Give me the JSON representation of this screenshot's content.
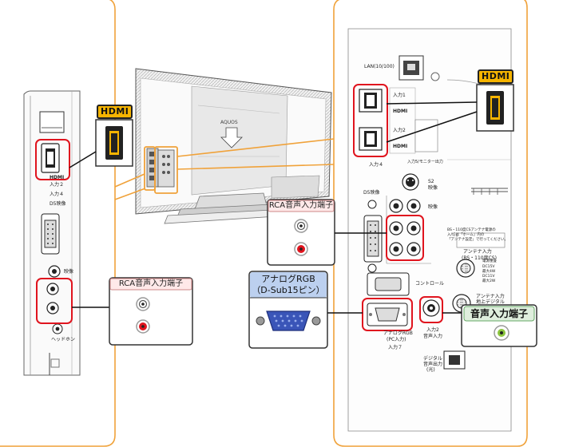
{
  "tags": {
    "hdmi": "HDMI"
  },
  "callouts": {
    "rca_left": "RCA音声入力端子",
    "rca_center": "RCA音声入力端子",
    "analog_rgb_line1": "アナログRGB",
    "analog_rgb_line2": "（D-Sub15ピン）",
    "audio_in": "音声入力端子"
  },
  "tv": {
    "brand": "AQUOS"
  },
  "left_panel": {
    "hdmi_label": "HDMI",
    "input2": "入力２",
    "input4": "入力４",
    "ds": "D5映像",
    "video": "映像",
    "headphone": "ヘッドホン"
  },
  "right_panel": {
    "lan": "LAN(10/100)",
    "input1": "入力1",
    "input2": "入力2",
    "hdmi": "HDMI",
    "input4": "入力４",
    "ds_video": "D5映像",
    "s2": "S2",
    "s2_video": "映像",
    "video": "映像",
    "input_monitor": "入力5/モニター出力",
    "control": "コントロール",
    "analog_rgb_pc": "アナログRGB",
    "pc_input": "(PC入力)",
    "input7": "入力７",
    "audio_in2": "入力2",
    "audio_in2_sub": "音声入力",
    "antenna_bs": "BS・110度CSアンテナ電源の",
    "antenna_bs2": "入/切は「ホーム」内の",
    "antenna_bs3": "「アンテナ設定」で行ってください。",
    "antenna_in": "アンテナ入力",
    "antenna_in_sub": "(BS・110度CS)",
    "power_dc15": "DC15V",
    "power_max4": "最大4W",
    "power_dc11": "DC11V",
    "power_max2": "最大2W",
    "power_label": "電源重畳",
    "terrestrial1": "アンテナ入力",
    "terrestrial2": "地上デジタル",
    "digital_out1": "デジタル",
    "digital_out2": "音声出力",
    "digital_out3": "(光)"
  },
  "colors": {
    "orange": "#f0a23a",
    "highlight": "#e0141e",
    "hdmi_tag": "#f6b400",
    "rgb_blue": "#3a55b8",
    "audio_green": "#8cc63f"
  }
}
